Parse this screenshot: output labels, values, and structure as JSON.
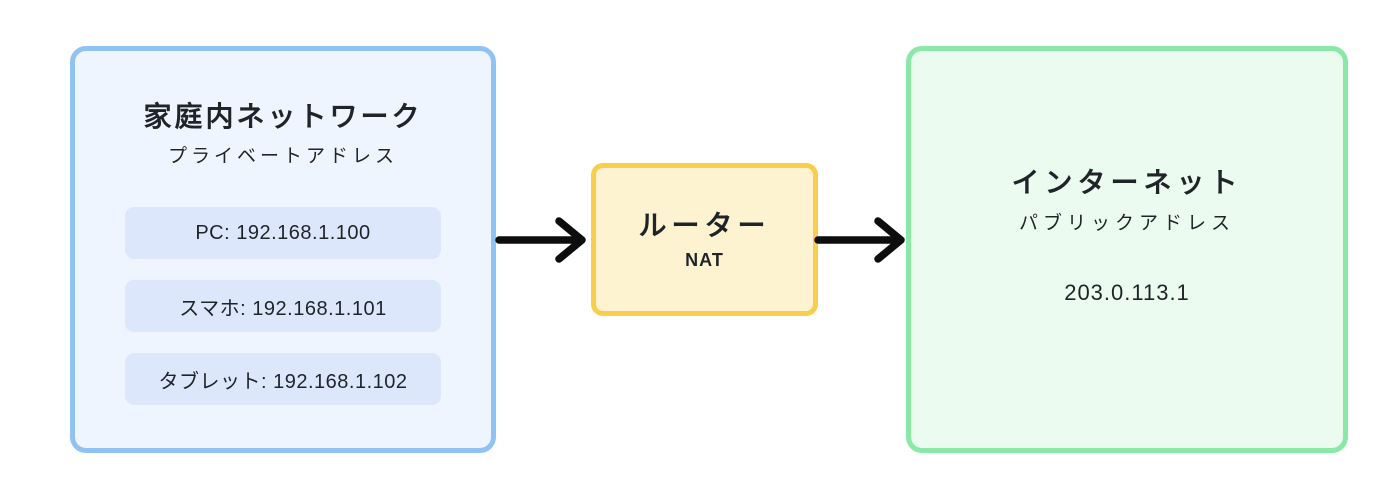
{
  "home_network": {
    "title": "家庭内ネットワーク",
    "subtitle": "プライベートアドレス",
    "devices": [
      {
        "label": "PC: 192.168.1.100"
      },
      {
        "label": "スマホ: 192.168.1.101"
      },
      {
        "label": "タブレット: 192.168.1.102"
      }
    ]
  },
  "router": {
    "title": "ルーター",
    "subtitle": "NAT"
  },
  "internet": {
    "title": "インターネット",
    "subtitle": "パブリックアドレス",
    "address": "203.0.113.1"
  },
  "arrows": [
    {
      "name": "home-to-router",
      "direction": "right"
    },
    {
      "name": "router-to-internet",
      "direction": "right"
    }
  ],
  "colors": {
    "home_border": "#90c3f4",
    "home_bg": "#eef5fe",
    "device_bg": "#dde7fc",
    "router_border": "#f9ce4d",
    "router_bg": "#fdf3d1",
    "internet_border": "#8ae9a6",
    "internet_bg": "#ebfbf0",
    "arrow": "#0d0d0d",
    "text": "#1f2429"
  }
}
